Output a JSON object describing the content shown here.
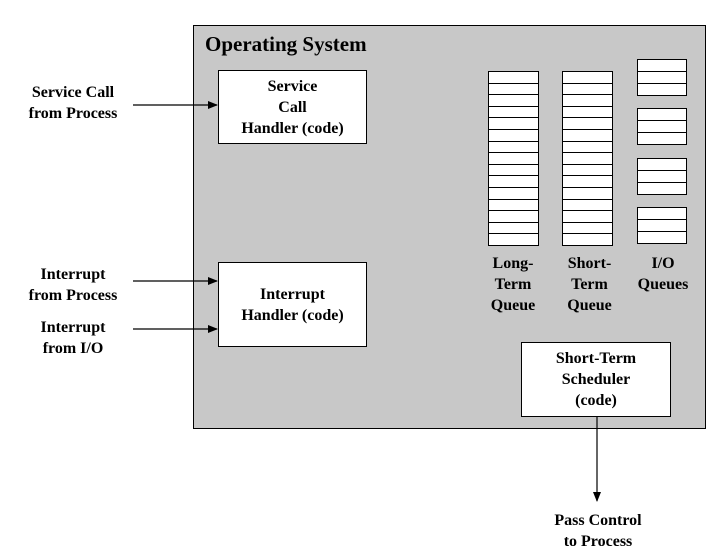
{
  "os": {
    "title": "Operating System"
  },
  "handlers": {
    "service_call": [
      "Service",
      "Call",
      "Handler (code)"
    ],
    "interrupt": [
      "Interrupt",
      "Handler (code)"
    ],
    "short_term_scheduler": [
      "Short-Term",
      "Scheduler",
      "(code)"
    ]
  },
  "inputs": {
    "service_call_from_process": [
      "Service Call",
      "from Process"
    ],
    "interrupt_from_process": [
      "Interrupt",
      "from Process"
    ],
    "interrupt_from_io": [
      "Interrupt",
      "from I/O"
    ]
  },
  "queues": {
    "long_term": [
      "Long-",
      "Term",
      "Queue"
    ],
    "short_term": [
      "Short-",
      "Term",
      "Queue"
    ],
    "io": [
      "I/O",
      "Queues"
    ]
  },
  "output": {
    "pass_control": [
      "Pass Control",
      "to Process"
    ]
  },
  "colors": {
    "os_background": "#c8c8c8",
    "box_fill": "#ffffff",
    "stroke": "#000000"
  }
}
